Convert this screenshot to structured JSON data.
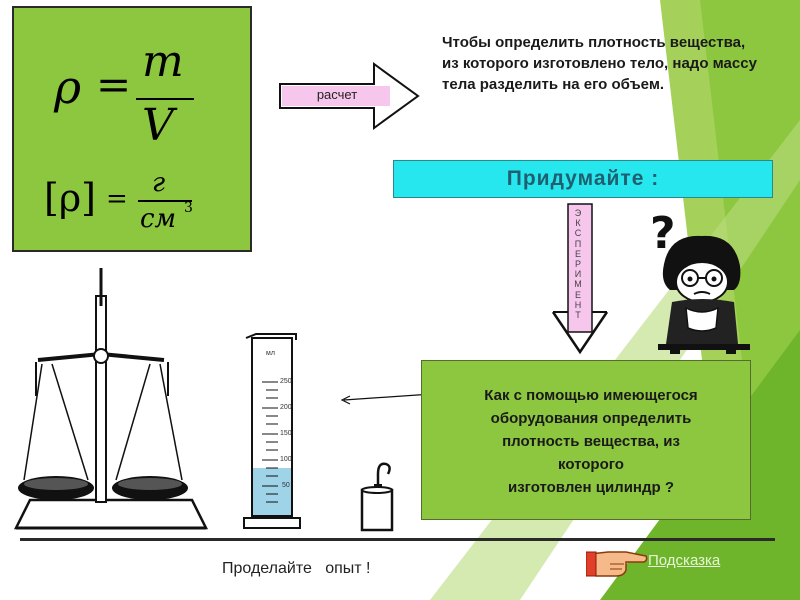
{
  "formula": {
    "rho": "ρ",
    "equals": "=",
    "numerator": "m",
    "denominator": "V",
    "unit_rho": "[ρ]",
    "unit_equals": "=",
    "unit_numerator": "г",
    "unit_denominator": "см",
    "unit_power": "3"
  },
  "calc_arrow": {
    "label": "расчет"
  },
  "definition": "Чтобы определить плотность вещества, из которого изготовлено тело, надо массу тела разделить на его объем.",
  "pridumaite": "Придумайте :",
  "experiment_vertical": [
    "Э",
    "К",
    "С",
    "П",
    "Е",
    "Р",
    "И",
    "М",
    "Е",
    "Н",
    "Т"
  ],
  "question_mark": "?",
  "cylinder_scale": {
    "unit": "мл",
    "ticks": [
      "250",
      "200",
      "150",
      "100",
      "50"
    ]
  },
  "question": "Как с помощью имеющегося\nоборудования определить\nплотность вещества, из\nкоторого\nизготовлен цилиндр ?",
  "bottom": {
    "do_experiment": "Проделайте   опыт !",
    "hint": "Подсказка"
  },
  "colors": {
    "green_box": "#8dc63f",
    "cyan_bar": "#26e7ee",
    "pink_arrow": "#f6c6ec",
    "water": "#9fd3e8",
    "bg_green_right": "#8dc63f"
  },
  "icons": [
    "pointing-hand-icon",
    "thinking-person-icon",
    "balance-scale-icon",
    "measuring-cylinder-icon",
    "weight-cylinder-icon"
  ]
}
